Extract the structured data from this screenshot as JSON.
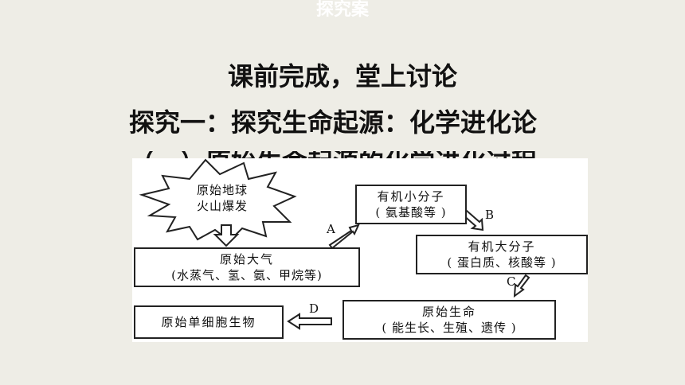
{
  "header": {
    "title": "探究案"
  },
  "content": {
    "line1": "课前完成，堂上讨论",
    "line2": "探究一：探究生命起源：化学进化论",
    "line3": "（一）原始生命起源的化学进化过程"
  },
  "diagram": {
    "burst": {
      "line1": "原始地球",
      "line2": "火山爆发"
    },
    "atmosphere": {
      "title": "原始大气",
      "sub": "(水蒸气、氢、氨、甲烷等)"
    },
    "small_molecules": {
      "title": "有机小分子",
      "sub": "( 氨基酸等 )"
    },
    "large_molecules": {
      "title": "有机大分子",
      "sub": "( 蛋白质、核酸等 )"
    },
    "primitive_life": {
      "title": "原始生命",
      "sub": "( 能生长、生殖、遗传 )"
    },
    "single_cell": {
      "title": "原始单细胞生物"
    },
    "labels": {
      "a": "A",
      "b": "B",
      "c": "C",
      "d": "D"
    }
  }
}
